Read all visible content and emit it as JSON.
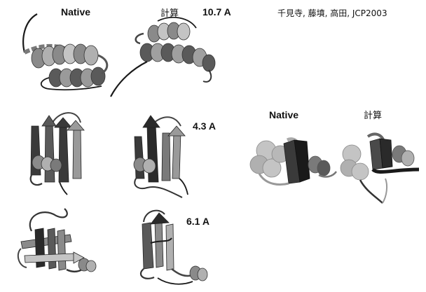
{
  "labels": {
    "native_top": "Native",
    "calc_top": "計算",
    "rmsd_1": "10.7 A",
    "citation": "千見寺, 藤墳, 高田, JCP2003",
    "rmsd_2": "4.3 A",
    "rmsd_3": "6.1 A",
    "native_right": "Native",
    "calc_right": "計算"
  },
  "colors": {
    "helix_light": "#c4c4c4",
    "helix_mid": "#8a8a8a",
    "helix_dark": "#3a3a3a",
    "strand_dark": "#2a2a2a",
    "coil": "#1a1a1a",
    "background": "#ffffff"
  }
}
